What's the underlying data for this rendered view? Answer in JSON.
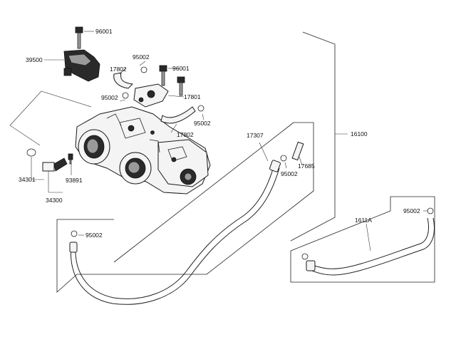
{
  "diagram": {
    "labels": {
      "p96001a": "96001",
      "p39500": "39500",
      "p95002a": "95002",
      "p17802a": "17802",
      "p96001b": "96001",
      "p95002b": "95002",
      "p17801": "17801",
      "p95002c": "95002",
      "p17802b": "17802",
      "p17307": "17307",
      "p16100": "16100",
      "p95002d": "95002",
      "p17685": "17685",
      "p34301": "34301",
      "p93891": "93891",
      "p34300": "34300",
      "p95002e": "95002",
      "p95002f": "95002",
      "p1611A": "1611A"
    }
  }
}
